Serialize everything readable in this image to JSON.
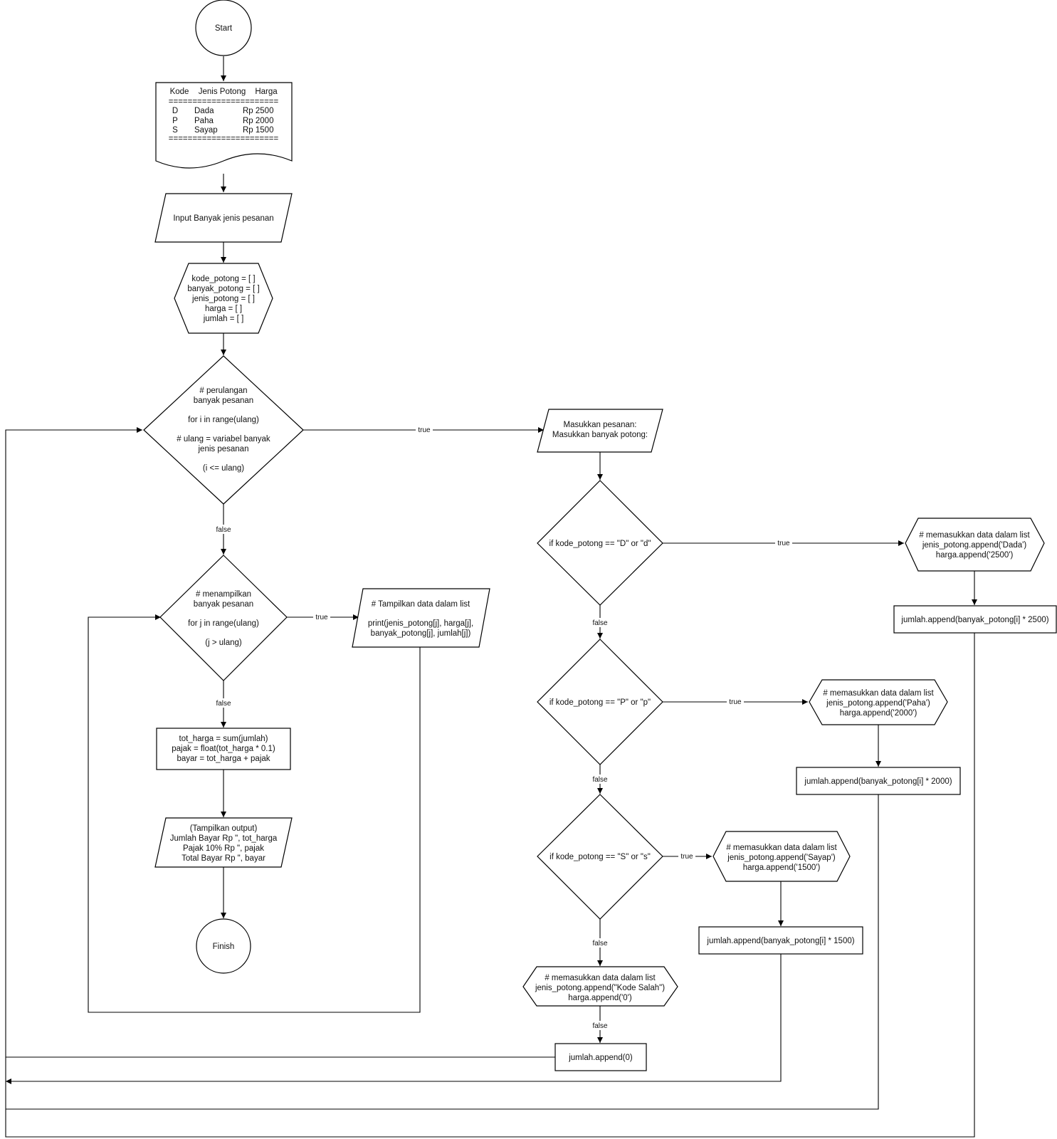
{
  "flowchart": {
    "start": "Start",
    "finish": "Finish",
    "menu_doc": {
      "header": [
        "Kode",
        "Jenis Potong",
        "Harga"
      ],
      "separator": "=======================",
      "rows": [
        [
          "D",
          "Dada",
          "Rp 2500"
        ],
        [
          "P",
          "Paha",
          "Rp 2000"
        ],
        [
          "S",
          "Sayap",
          "Rp 1500"
        ]
      ]
    },
    "input_jenis": "Input Banyak jenis pesanan",
    "init_lists": [
      "kode_potong = [ ]",
      "banyak_potong = [ ]",
      "jenis_potong = [ ]",
      "harga = [ ]",
      "jumlah = [ ]"
    ],
    "loop_order": [
      "# perulangan",
      "banyak pesanan",
      "",
      "for i in range(ulang)",
      "",
      "# ulang = variabel banyak",
      "jenis pesanan",
      "",
      "(i <= ulang)"
    ],
    "input_order": [
      "Masukkan pesanan:",
      "Masukkan banyak potong:"
    ],
    "loop_display": [
      "# menampilkan",
      "banyak pesanan",
      "",
      "for j in range(ulang)",
      "",
      "(j > ulang)"
    ],
    "print_list": [
      "# Tampilkan data dalam list",
      "",
      "print(jenis_potong[j], harga[j],",
      "banyak_potong[j], jumlah[j])"
    ],
    "calc": [
      "tot_harga = sum(jumlah)",
      "pajak = float(tot_harga * 0.1)",
      "bayar = tot_harga + pajak"
    ],
    "output": [
      "(Tampilkan output)",
      "Jumlah Bayar Rp \", tot_harga",
      "Pajak 10%    Rp \", pajak",
      "Total Bayar  Rp \", bayar"
    ],
    "cond_d": "if kode_potong == \"D\" or \"d\"",
    "cond_p": "if kode_potong == \"P\" or \"p\"",
    "cond_s": "if kode_potong == \"S\" or \"s\"",
    "append_dada": [
      "# memasukkan data dalam list",
      "jenis_potong.append('Dada')",
      "harga.append('2500')"
    ],
    "append_paha": [
      "# memasukkan data dalam list",
      "jenis_potong.append('Paha')",
      "harga.append('2000')"
    ],
    "append_sayap": [
      "# memasukkan data dalam list",
      "jenis_potong.append('Sayap')",
      "harga.append('1500')"
    ],
    "append_salah": [
      "# memasukkan data dalam list",
      "jenis_potong.append(\"Kode Salah\")",
      "harga.append('0')"
    ],
    "jumlah_2500": "jumlah.append(banyak_potong[i] * 2500)",
    "jumlah_2000": "jumlah.append(banyak_potong[i] * 2000)",
    "jumlah_1500": "jumlah.append(banyak_potong[i] * 1500)",
    "jumlah_0": "jumlah.append(0)",
    "edge_true": "true",
    "edge_false": "false"
  }
}
